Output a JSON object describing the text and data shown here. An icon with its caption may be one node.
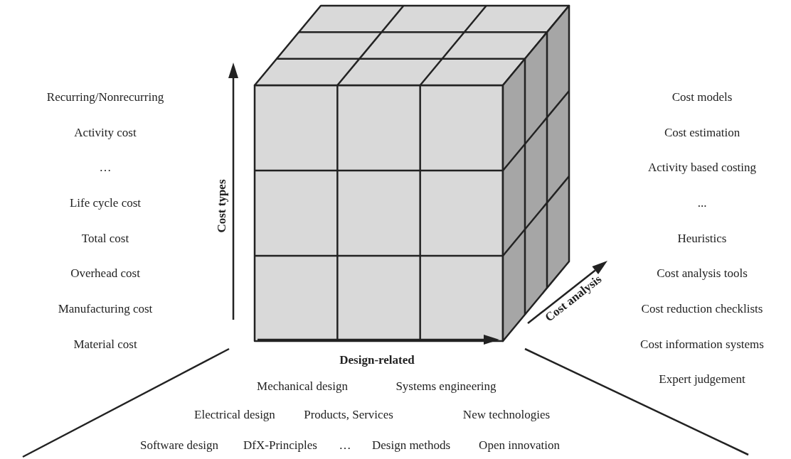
{
  "diagram": {
    "labels": [
      "Recurring/Nonrecurring",
      "Activity cost",
      "…",
      "Life cycle cost",
      "Total cost",
      "Overhead cost",
      "Manufacturing cost",
      "Material cost",
      "Cost models",
      "Cost estimation",
      "Activity based costing",
      "...",
      "Heuristics",
      "Cost analysis tools",
      "Cost reduction checklists",
      "Cost information systems",
      "Expert judgement",
      "Cost types",
      "Cost analysis",
      "Design-related",
      "Mechanical design",
      "Systems engineering",
      "Electrical design",
      "Products, Services",
      "New technologies",
      "Software design",
      "DfX-Principles",
      "…",
      "Design methods",
      "Open innovation"
    ]
  }
}
